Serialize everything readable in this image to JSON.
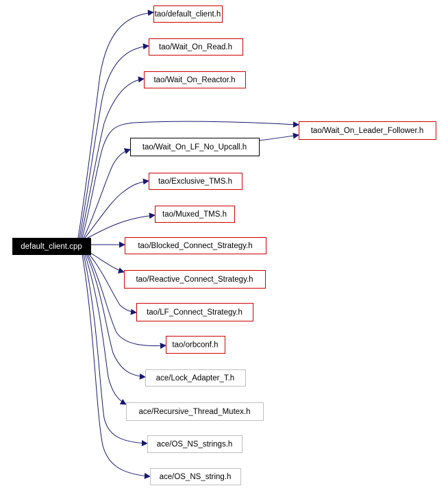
{
  "diagram": {
    "colors": {
      "edge": "#191970",
      "red_border": "#cc0000",
      "black_border": "#000000",
      "grey_border": "#bfbfbf",
      "root_fill": "#000000",
      "root_text": "#ffffff",
      "node_text": "#000000"
    },
    "root": {
      "id": "root",
      "label": "default_client.cpp"
    },
    "nodes": [
      {
        "id": "n1",
        "label": "tao/default_client.h",
        "style": "red"
      },
      {
        "id": "n2",
        "label": "tao/Wait_On_Read.h",
        "style": "red"
      },
      {
        "id": "n3",
        "label": "tao/Wait_On_Reactor.h",
        "style": "red"
      },
      {
        "id": "n4",
        "label": "tao/Wait_On_Leader_Follower.h",
        "style": "red"
      },
      {
        "id": "n5",
        "label": "tao/Wait_On_LF_No_Upcall.h",
        "style": "black"
      },
      {
        "id": "n6",
        "label": "tao/Exclusive_TMS.h",
        "style": "red"
      },
      {
        "id": "n7",
        "label": "tao/Muxed_TMS.h",
        "style": "red"
      },
      {
        "id": "n8",
        "label": "tao/Blocked_Connect_Strategy.h",
        "style": "red"
      },
      {
        "id": "n9",
        "label": "tao/Reactive_Connect_Strategy.h",
        "style": "red"
      },
      {
        "id": "n10",
        "label": "tao/LF_Connect_Strategy.h",
        "style": "red"
      },
      {
        "id": "n11",
        "label": "tao/orbconf.h",
        "style": "red"
      },
      {
        "id": "n12",
        "label": "ace/Lock_Adapter_T.h",
        "style": "grey"
      },
      {
        "id": "n13",
        "label": "ace/Recursive_Thread_Mutex.h",
        "style": "grey"
      },
      {
        "id": "n14",
        "label": "ace/OS_NS_strings.h",
        "style": "grey"
      },
      {
        "id": "n15",
        "label": "ace/OS_NS_string.h",
        "style": "grey"
      }
    ],
    "edges": [
      {
        "from": "root",
        "to": "n1"
      },
      {
        "from": "root",
        "to": "n2"
      },
      {
        "from": "root",
        "to": "n3"
      },
      {
        "from": "root",
        "to": "n4"
      },
      {
        "from": "root",
        "to": "n5"
      },
      {
        "from": "n5",
        "to": "n4"
      },
      {
        "from": "root",
        "to": "n6"
      },
      {
        "from": "root",
        "to": "n7"
      },
      {
        "from": "root",
        "to": "n8"
      },
      {
        "from": "root",
        "to": "n9"
      },
      {
        "from": "root",
        "to": "n10"
      },
      {
        "from": "root",
        "to": "n11"
      },
      {
        "from": "root",
        "to": "n12"
      },
      {
        "from": "root",
        "to": "n13"
      },
      {
        "from": "root",
        "to": "n14"
      },
      {
        "from": "root",
        "to": "n15"
      }
    ]
  }
}
